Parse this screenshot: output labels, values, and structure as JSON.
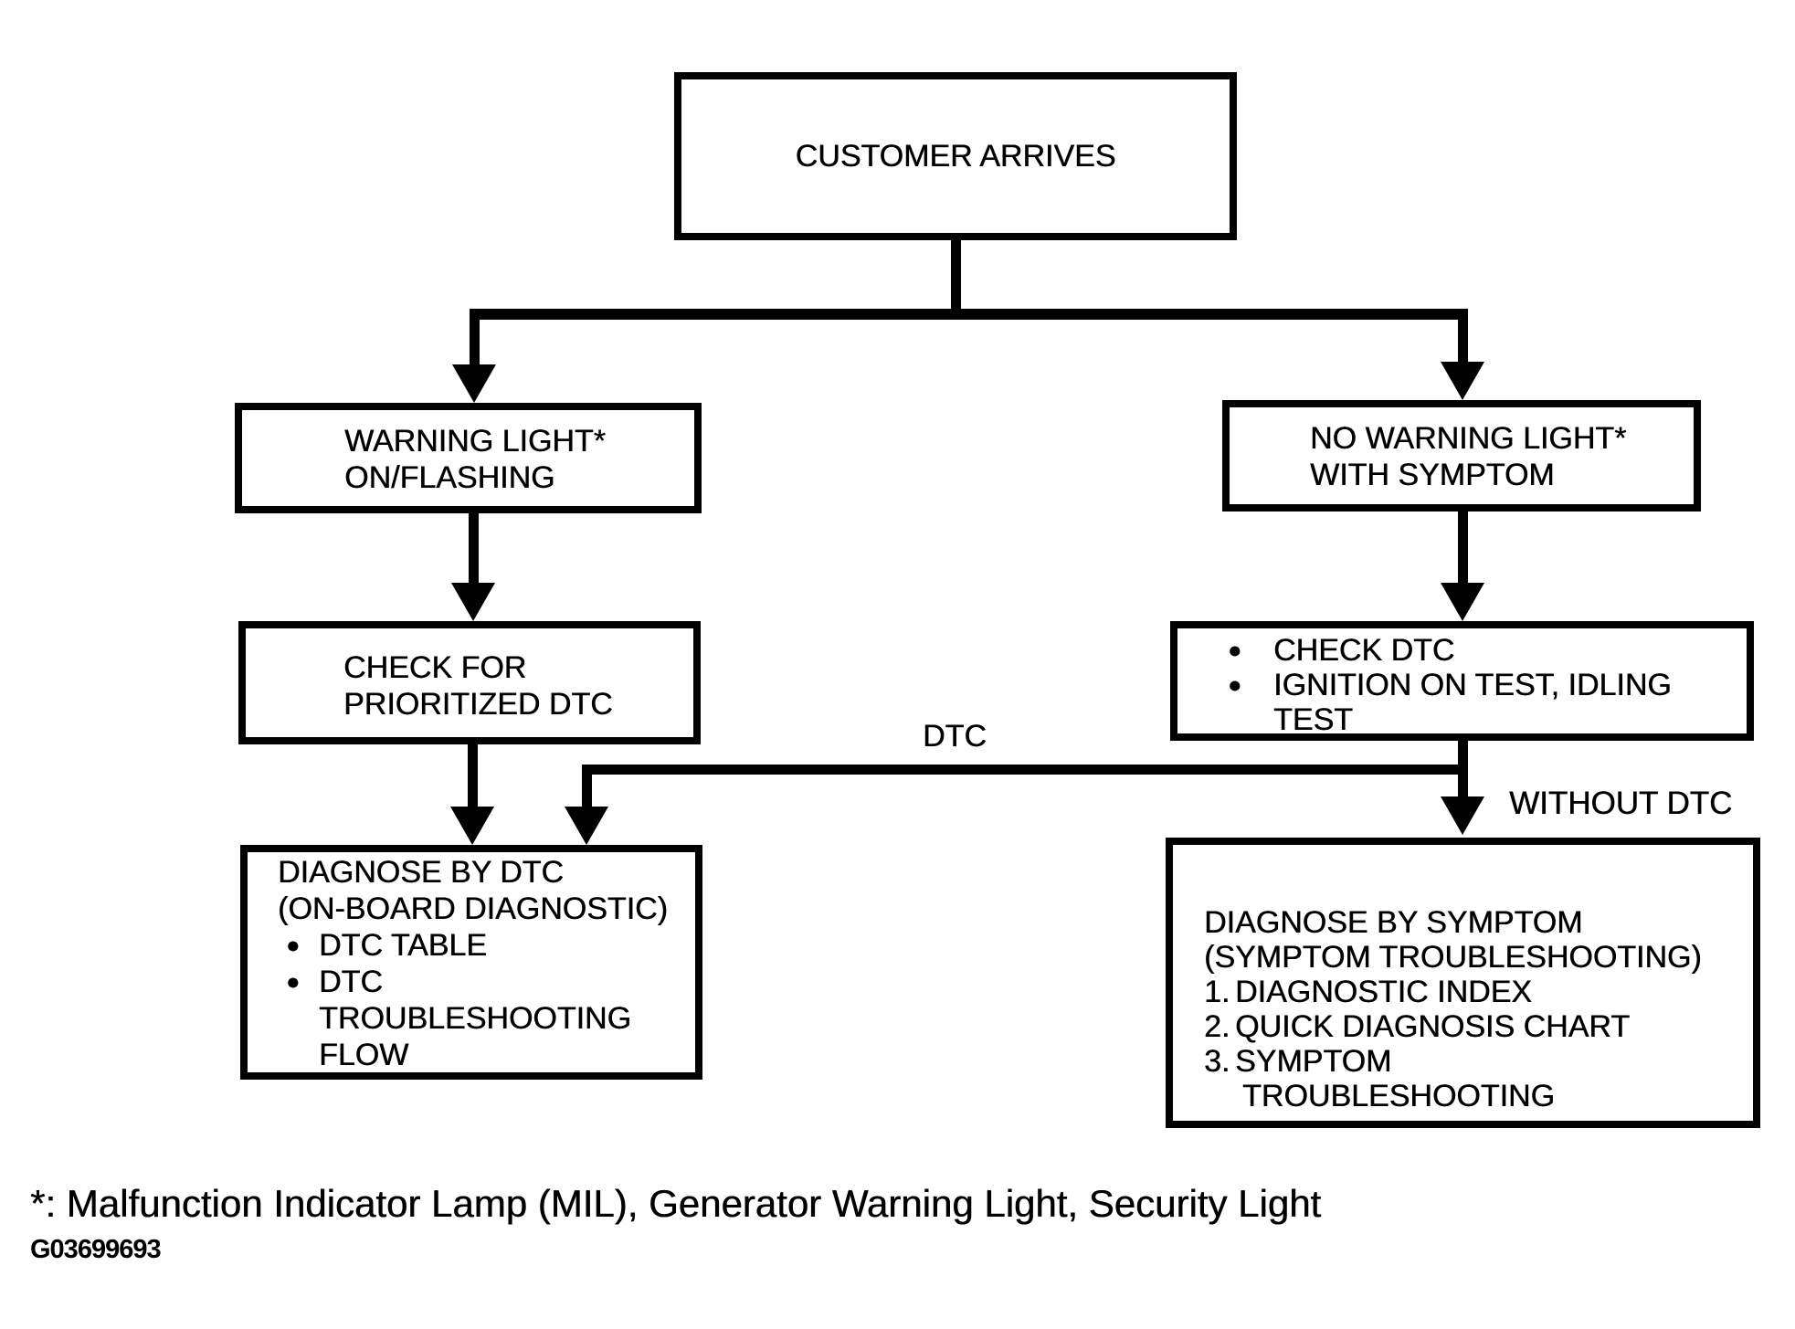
{
  "colors": {
    "ink": "#000000",
    "background": "#ffffff"
  },
  "boxes": {
    "customer_arrives": {
      "lines": [
        {
          "t": "CUSTOMER ARRIVES"
        }
      ]
    },
    "warning_light": {
      "lines": [
        {
          "t": "WARNING LIGHT*"
        },
        {
          "t": "ON/FLASHING"
        }
      ]
    },
    "no_warning_light": {
      "lines": [
        {
          "t": "NO WARNING LIGHT*"
        },
        {
          "t": "WITH SYMPTOM"
        }
      ]
    },
    "check_for_prioritized_dtc": {
      "lines": [
        {
          "t": "CHECK FOR"
        },
        {
          "t": "PRIORITIZED DTC"
        }
      ]
    },
    "check_dtc_tests": {
      "lines": [
        {
          "m": "●",
          "t": "CHECK DTC"
        },
        {
          "m": "●",
          "t": "IGNITION ON TEST, IDLING"
        },
        {
          "ind": true,
          "t": "TEST"
        }
      ]
    },
    "diagnose_by_dtc": {
      "lines": [
        {
          "t": "DIAGNOSE BY DTC"
        },
        {
          "t": "(ON-BOARD DIAGNOSTIC)"
        },
        {
          "m": "●",
          "t": "DTC TABLE"
        },
        {
          "m": "●",
          "t": "DTC"
        },
        {
          "ind": true,
          "t": "TROUBLESHOOTING"
        },
        {
          "ind": true,
          "t": "FLOW"
        }
      ]
    },
    "diagnose_by_symptom": {
      "lines": [
        {
          "t": "DIAGNOSE BY SYMPTOM"
        },
        {
          "t": "(SYMPTOM TROUBLESHOOTING)"
        },
        {
          "m": "1.",
          "t": "DIAGNOSTIC INDEX"
        },
        {
          "m": "2.",
          "t": "QUICK DIAGNOSIS CHART"
        },
        {
          "m": "3.",
          "t": "SYMPTOM"
        },
        {
          "ind": true,
          "t": "TROUBLESHOOTING"
        }
      ]
    }
  },
  "edge_labels": {
    "dtc": "DTC",
    "without_dtc": "WITHOUT DTC"
  },
  "footnote": "*: Malfunction Indicator Lamp (MIL), Generator Warning Light, Security Light",
  "figure_code": "G03699693"
}
